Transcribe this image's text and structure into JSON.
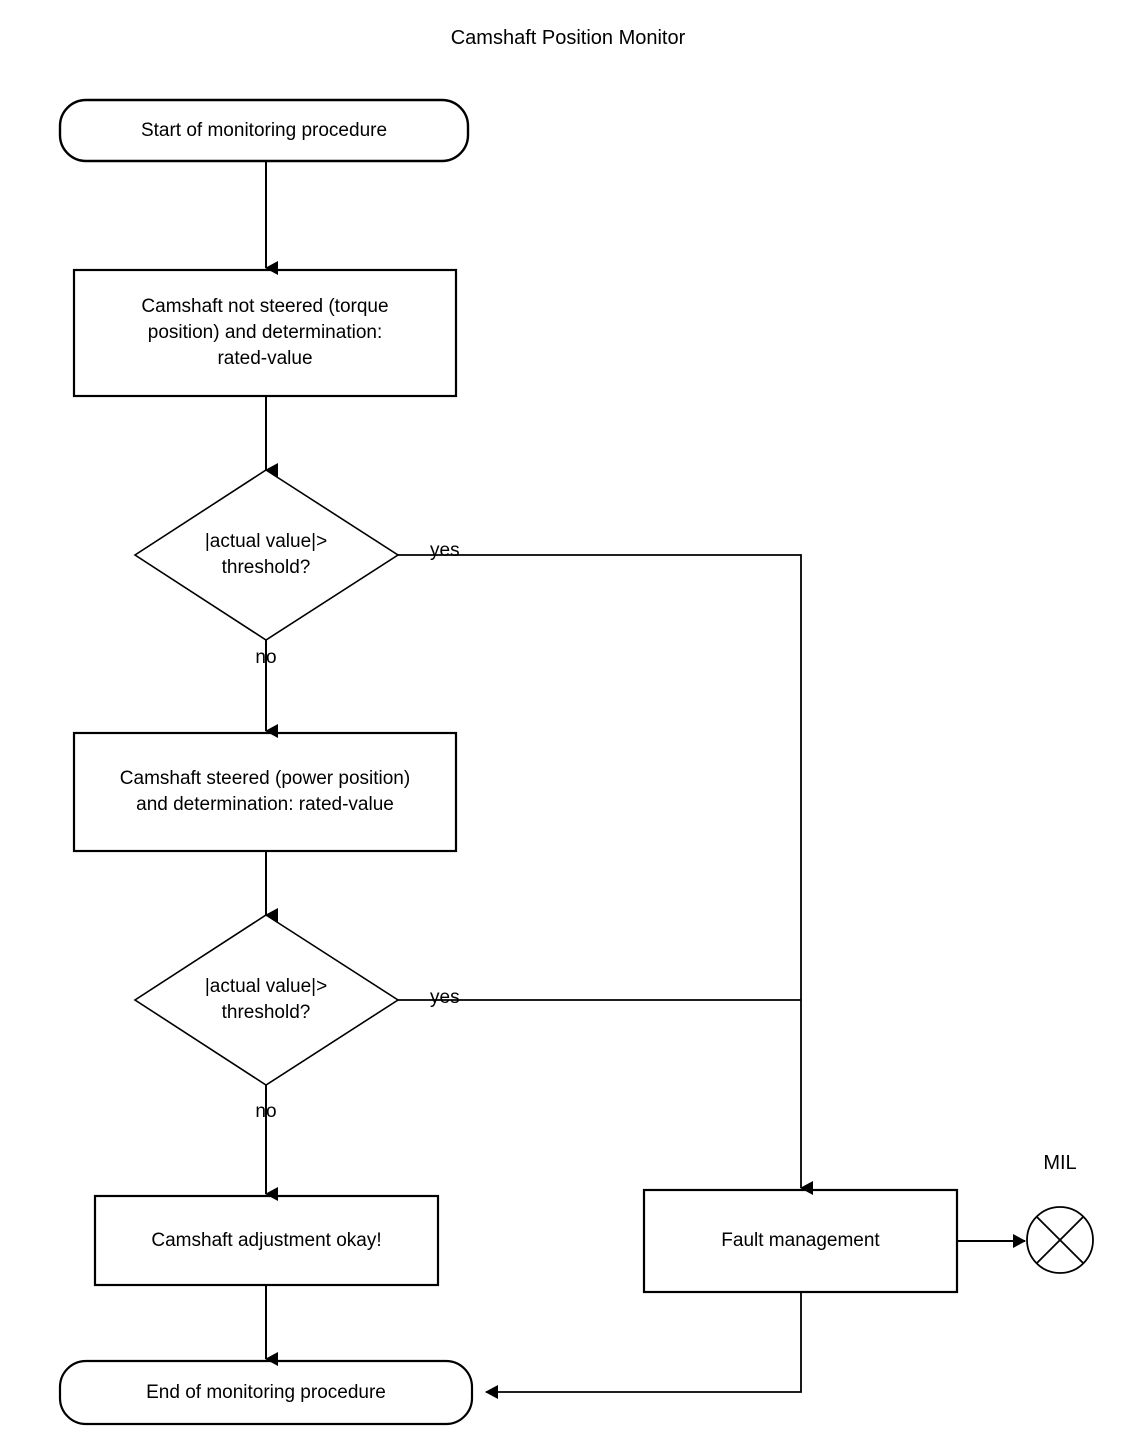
{
  "diagram": {
    "title": "Camshaft Position Monitor",
    "type": "flowchart",
    "stroke_color": "#000000",
    "fill_color": "#ffffff"
  },
  "nodes": {
    "start": {
      "label": "Start of monitoring procedure",
      "shape": "rounded-terminator"
    },
    "process_torque": {
      "label": "Camshaft not steered (torque\nposition) and determination:\nrated-value",
      "shape": "rectangle"
    },
    "decision_one": {
      "label": "|actual value|>\nthreshold?",
      "shape": "diamond"
    },
    "process_power": {
      "label": "Camshaft steered (power position)\nand determination: rated-value",
      "shape": "rectangle"
    },
    "decision_two": {
      "label": "|actual value|>\nthreshold?",
      "shape": "diamond"
    },
    "result_okay": {
      "label": "Camshaft adjustment okay!",
      "shape": "rectangle"
    },
    "fault_management": {
      "label": "Fault management",
      "shape": "rectangle"
    },
    "end": {
      "label": "End of monitoring procedure",
      "shape": "rounded-terminator"
    },
    "mil": {
      "label": "MIL",
      "shape": "lamp-symbol"
    }
  },
  "edges": {
    "decision_one_yes": "yes",
    "decision_one_no": "no",
    "decision_two_yes": "yes",
    "decision_two_no": "no"
  }
}
